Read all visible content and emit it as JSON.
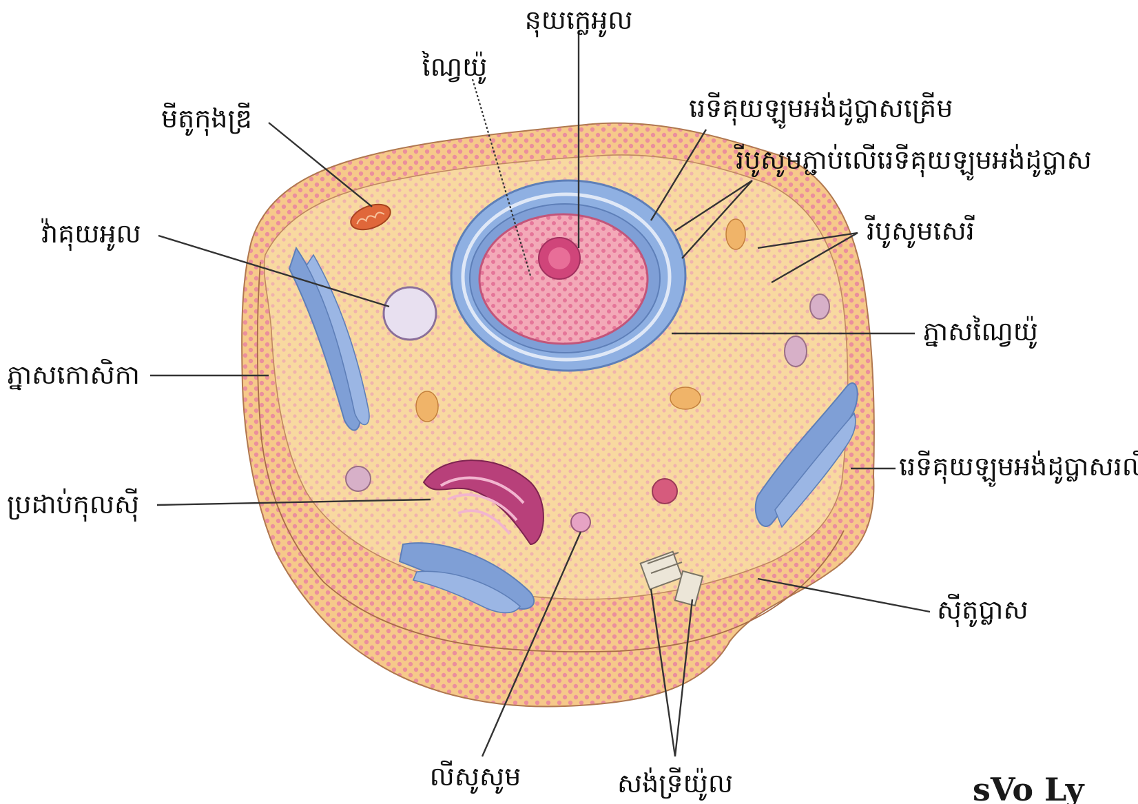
{
  "diagram": {
    "labels": {
      "nucleolus": "នុយក្លេអូល",
      "nucleus": "ណៃ្វយ៉ូ",
      "mitochondria": "មីតូកុងឌ្រី",
      "rough_er": "រេទីគុយឡូមអង់ដូប្លាសគ្រើម",
      "attached_ribosomes": "រីបូសូមភ្ជាប់លើរេទីគុយឡូមអង់ដូប្លាស",
      "vacuole": "វ៉ាគុយអូល",
      "free_ribosomes": "រីបូសូមសេរី",
      "nuclear_membrane": "ភ្នាសណៃ្វយ៉ូ",
      "cell_membrane": "ភ្នាសកោសិកា",
      "smooth_er": "រេទីគុយឡូមអង់ដូប្លាសរលីង",
      "golgi": "ប្រដាប់កុលស៊ី",
      "cytoplasm": "ស៊ីតូប្លាស",
      "lysosome": "លីសូសូម",
      "centrioles": "សង់ទ្រីយ៉ូល"
    },
    "signature": "sVo Ly",
    "colors": {
      "cell_fill": "#f6c98a",
      "cell_dots": "#e06a9a",
      "er_blue": "#7f9fd6",
      "nucleolus": "#d0457a",
      "golgi": "#b8407a",
      "mitochondria": "#e0673a"
    }
  }
}
